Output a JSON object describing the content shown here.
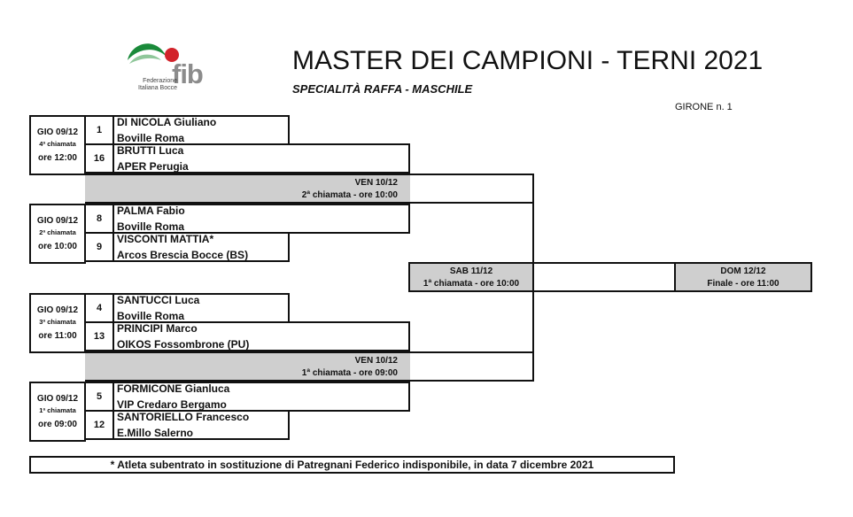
{
  "logo": {
    "mark": "fib",
    "subtitle": "Federazione\nItaliana Bocce"
  },
  "header": {
    "title": "MASTER DEI CAMPIONI - TERNI 2021",
    "subtitle": "SPECIALITÀ RAFFA - MASCHILE",
    "group": "GIRONE n. 1"
  },
  "groups": [
    {
      "day": "GIO 09/12",
      "call": "4ª chiamata",
      "time": "ore 12:00"
    },
    {
      "day": "GIO 09/12",
      "call": "2ª chiamata",
      "time": "ore 10:00"
    },
    {
      "day": "GIO 09/12",
      "call": "3ª chiamata",
      "time": "ore 11:00"
    },
    {
      "day": "GIO 09/12",
      "call": "1ª chiamata",
      "time": "ore 09:00"
    }
  ],
  "players": [
    {
      "seed": "1",
      "name": "DI NICOLA Giuliano",
      "club": "Boville Roma"
    },
    {
      "seed": "16",
      "name": "BRUTTI Luca",
      "club": "APER Perugia"
    },
    {
      "seed": "8",
      "name": "PALMA Fabio",
      "club": "Boville Roma"
    },
    {
      "seed": "9",
      "name": "VISCONTI MATTIA*",
      "club": "Arcos Brescia Bocce (BS)"
    },
    {
      "seed": "4",
      "name": "SANTUCCI Luca",
      "club": "Boville Roma"
    },
    {
      "seed": "13",
      "name": "PRINCIPI Marco",
      "club": "OIKOS Fossombrone (PU)"
    },
    {
      "seed": "5",
      "name": "FORMICONE Gianluca",
      "club": "VIP Credaro Bergamo"
    },
    {
      "seed": "12",
      "name": "SANTORIELLO Francesco",
      "club": "E.Millo Salerno"
    }
  ],
  "rounds": {
    "r2_top": {
      "day": "VEN 10/12",
      "info": "2ª chiamata - ore 10:00"
    },
    "r2_bottom": {
      "day": "VEN 10/12",
      "info": "1ª chiamata - ore 09:00"
    },
    "semi": {
      "day": "SAB 11/12",
      "info": "1ª chiamata - ore 10:00"
    },
    "final": {
      "day": "DOM 12/12",
      "info": "Finale - ore 11:00"
    }
  },
  "footnote": "* Atleta subentrato in sostituzione di Patregnani Federico  indisponibile, in data 7 dicembre 2021",
  "colors": {
    "gray_fill": "#cfcfcf",
    "logo_green": "#1a8a3a",
    "logo_red": "#d2232a",
    "logo_gray": "#8c8c8c"
  }
}
